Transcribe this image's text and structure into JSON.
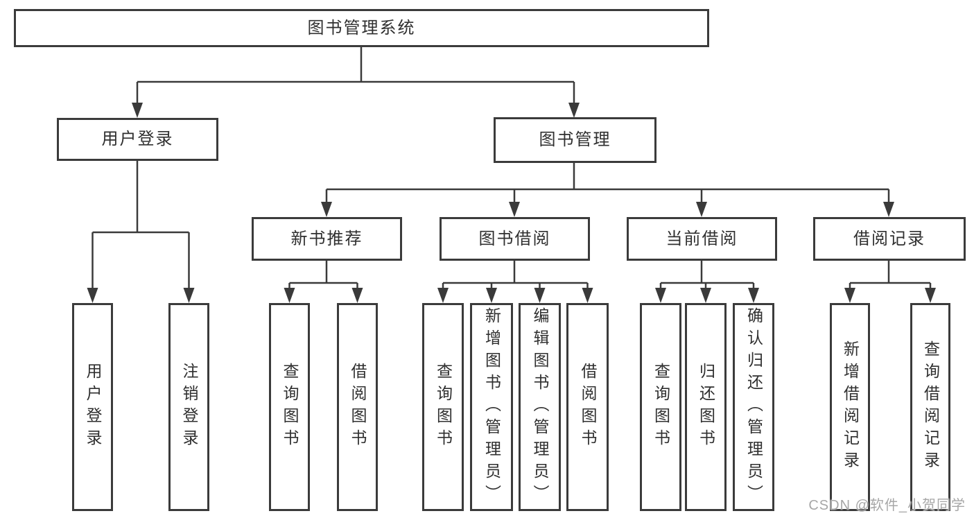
{
  "watermark": {
    "text": "CSDN @软件_小贺同学"
  },
  "colors": {
    "line": "#3a3a3a",
    "box_border": "#3b3b3b",
    "box_background": "#ffffff",
    "text": "#2f2f2f",
    "watermark": "#a7a7a7"
  },
  "tree": {
    "label": "图书管理系统",
    "children": [
      {
        "label": "用户登录",
        "children": [
          {
            "label": "用户登录"
          },
          {
            "label": "注销登录"
          }
        ]
      },
      {
        "label": "图书管理",
        "children": [
          {
            "label": "新书推荐",
            "children": [
              {
                "label": "查询图书"
              },
              {
                "label": "借阅图书"
              }
            ]
          },
          {
            "label": "图书借阅",
            "children": [
              {
                "label": "查询图书"
              },
              {
                "label": "新增图书（管理员）"
              },
              {
                "label": "编辑图书（管理员）"
              },
              {
                "label": "借阅图书"
              }
            ]
          },
          {
            "label": "当前借阅",
            "children": [
              {
                "label": "查询图书"
              },
              {
                "label": "归还图书"
              },
              {
                "label": "确认归还（管理员）"
              }
            ]
          },
          {
            "label": "借阅记录",
            "children": [
              {
                "label": "新增借阅记录"
              },
              {
                "label": "查询借阅记录"
              }
            ]
          }
        ]
      }
    ]
  }
}
